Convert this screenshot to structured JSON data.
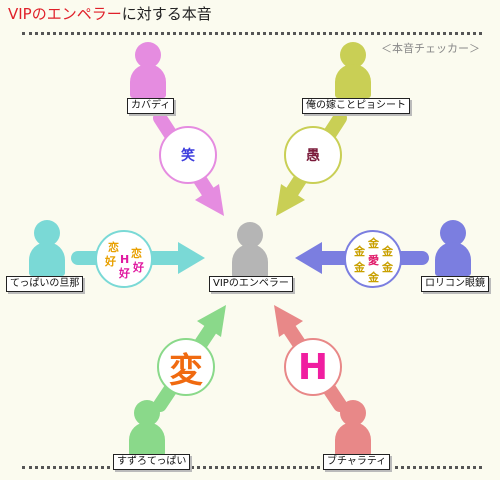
{
  "title": {
    "part1": "VIP",
    "part2": "のエンペラー",
    "part3": "に対する本音"
  },
  "credit": "＜本音チェッカー＞",
  "center_name": "VIPのエンペラー",
  "people": {
    "top_left": "カバディ",
    "top_right": "俺の嫁ことピョシート",
    "left": "てっぱいの旦那",
    "right": "ロリコン眼鏡",
    "bottom_left": "すずろてっぱい",
    "bottom_right": "ブチャラティ"
  },
  "feelings": {
    "top_left": "笑",
    "top_right": "愚",
    "bottom_left": "変",
    "bottom_right": "H",
    "left": {
      "koi": "恋",
      "h": "H",
      "suki": "好"
    },
    "right": {
      "kin": "金",
      "ai": "愛"
    }
  },
  "colors": {
    "pink": "#e58ce0",
    "olive": "#c9cf55",
    "cyan": "#7ad9d6",
    "blue": "#7b7ee0",
    "green": "#8ad98a",
    "salmon": "#e88888",
    "gray": "#b5b5b5"
  }
}
